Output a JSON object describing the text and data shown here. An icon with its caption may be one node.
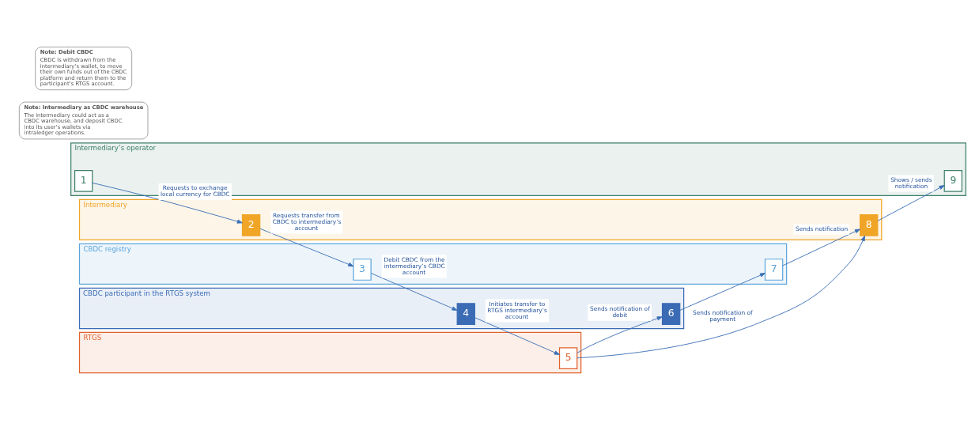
{
  "diagram": {
    "nodes": [
      {
        "text": [
          "Intermediary’s operator"
        ]
      },
      {
        "text": [
          "Intermediary"
        ]
      },
      {
        "text": [
          "RTGS"
        ]
      },
      {
        "text": [
          "CBDC participant in the RTGS system"
        ]
      },
      {
        "text": [
          "CBDC registry"
        ]
      },
      {
        "text": [
          "1"
        ],
        "in": 0
      },
      {
        "text": [
          "2"
        ],
        "in": 1
      },
      {
        "text": [
          "3"
        ],
        "in": 4
      },
      {
        "text": [
          "4"
        ],
        "in": 3
      },
      {
        "text": [
          "5"
        ],
        "in": 2
      },
      {
        "text": [
          "6"
        ],
        "in": 3
      },
      {
        "text": [
          "7"
        ],
        "in": 4
      },
      {
        "text": [
          "8"
        ],
        "in": 1
      },
      {
        "text": [
          "9"
        ],
        "in": 0
      },
      {
        "text": [
          "Note: Intermediary as CBDC warehouse",
          "The intermediary could act as a CBDC warehouse, and deposit CBDC into its user’s wallets via intraledger operations."
        ]
      },
      {
        "text": [
          "Note: Debit CBDC",
          "CBDC is withdrawn from the intermediary’s wallet, to move their own funds out of the CBDC platform and return them to the participant’s RTGS account."
        ]
      }
    ],
    "edges": [
      {
        "from": 5,
        "to": 6,
        "arrow": "to",
        "label": "Requests to exchange local currency for CBDC"
      },
      {
        "from": 6,
        "to": 7,
        "arrow": "to",
        "label": "Requests transfer from CBDC to intermediary’s account"
      },
      {
        "from": 7,
        "to": 8,
        "arrow": "to",
        "label": "Debit CBDC from the intermediary’s CBDC account"
      },
      {
        "from": 8,
        "to": 9,
        "arrow": "to",
        "label": "Initiates transfer to RTGS intermediary’s account"
      },
      {
        "from": 9,
        "to": 12,
        "arrow": "to",
        "label": "Sends notification of payment"
      },
      {
        "from": 9,
        "to": 10,
        "arrow": "to",
        "label": "Sends notification of debit"
      },
      {
        "from": 10,
        "to": 11,
        "arrow": "to"
      },
      {
        "from": 11,
        "to": 12,
        "arrow": "to",
        "label": "Sends notification"
      },
      {
        "from": 12,
        "to": 13,
        "arrow": "to",
        "label": "Shows / sends notification"
      }
    ]
  }
}
